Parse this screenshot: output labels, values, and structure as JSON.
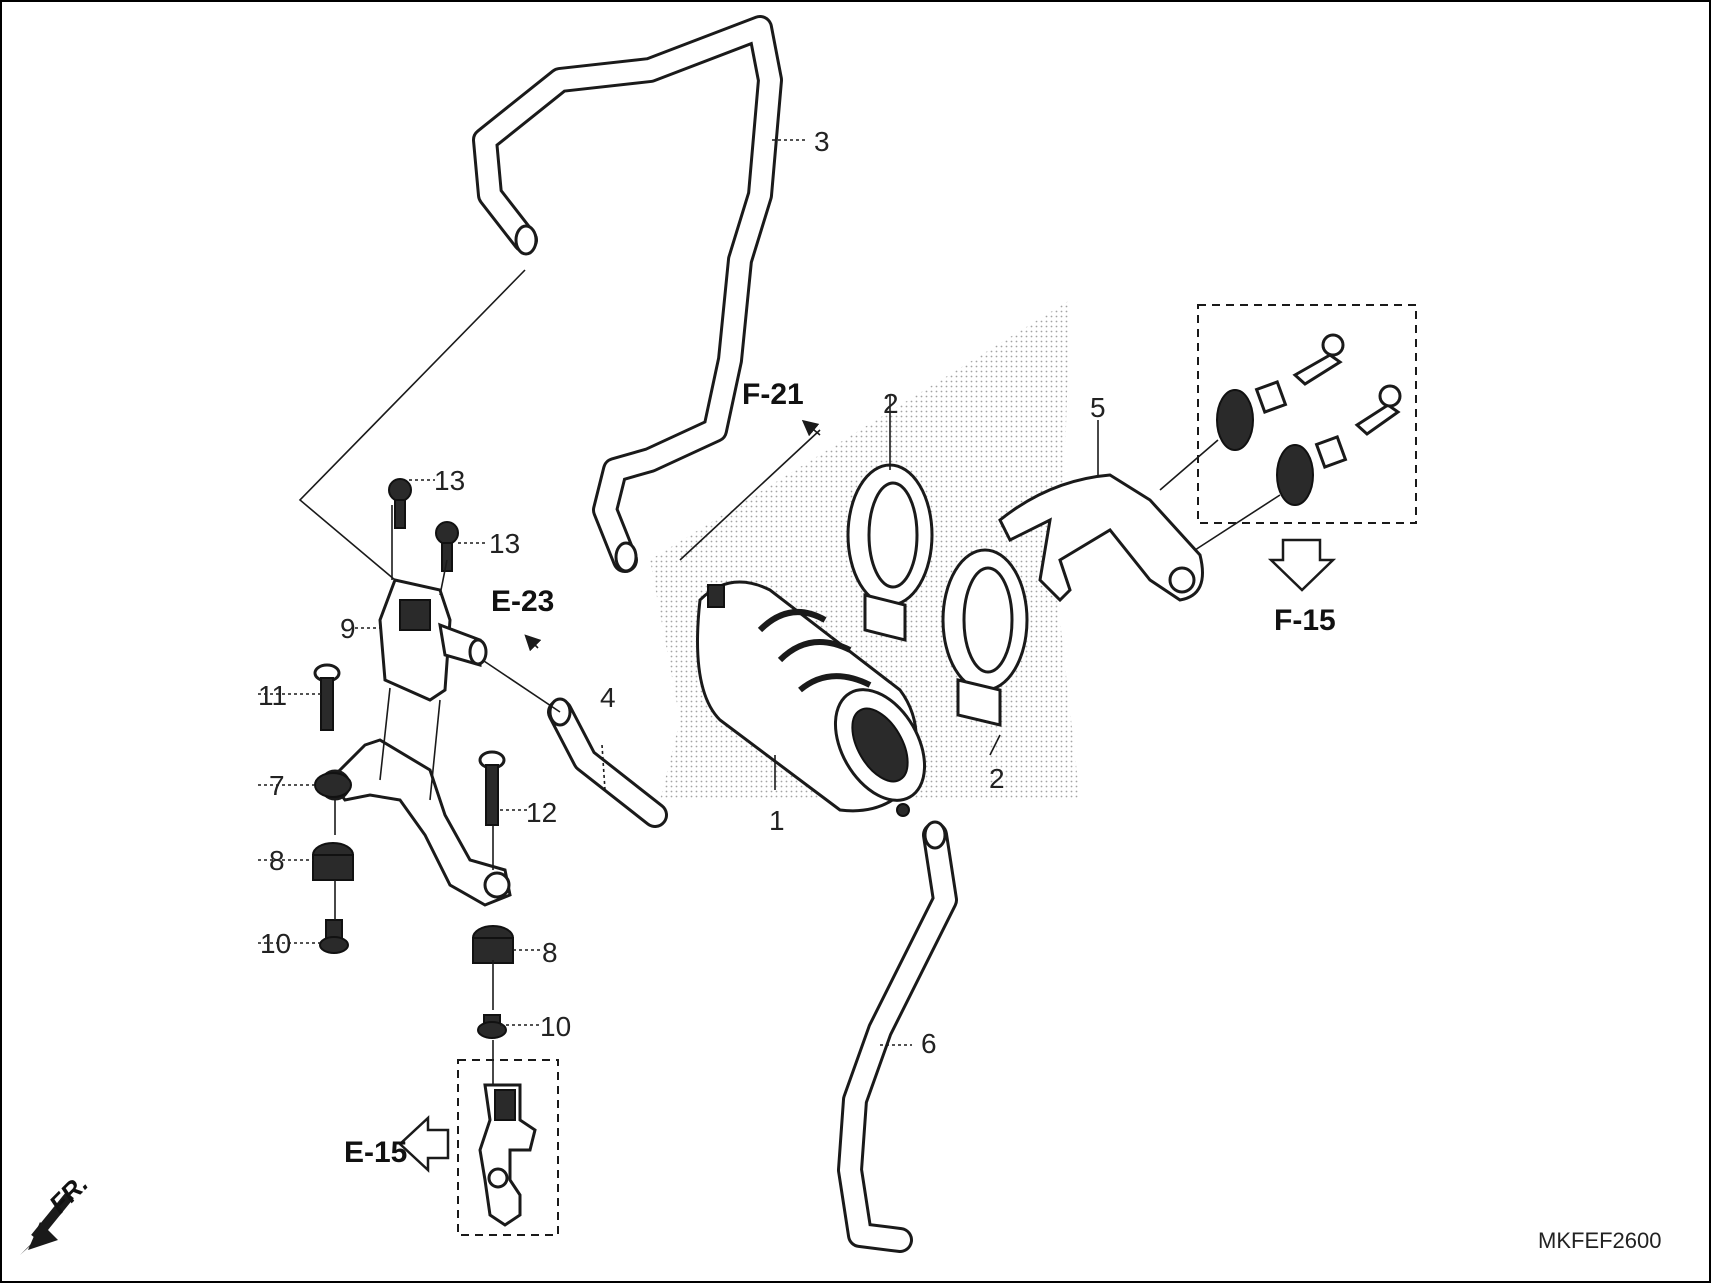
{
  "diagram": {
    "part_numbers": {
      "p1": "1",
      "p2a": "2",
      "p2b": "2",
      "p3": "3",
      "p4": "4",
      "p5": "5",
      "p6": "6",
      "p7": "7",
      "p8a": "8",
      "p8b": "8",
      "p9": "9",
      "p10a": "10",
      "p10b": "10",
      "p11": "11",
      "p12": "12",
      "p13a": "13",
      "p13b": "13"
    },
    "references": {
      "f21": "F-21",
      "e23": "E-23",
      "f15": "F-15",
      "e15": "E-15"
    },
    "front_marker": "FR.",
    "drawing_code": "MKFEF2600"
  }
}
